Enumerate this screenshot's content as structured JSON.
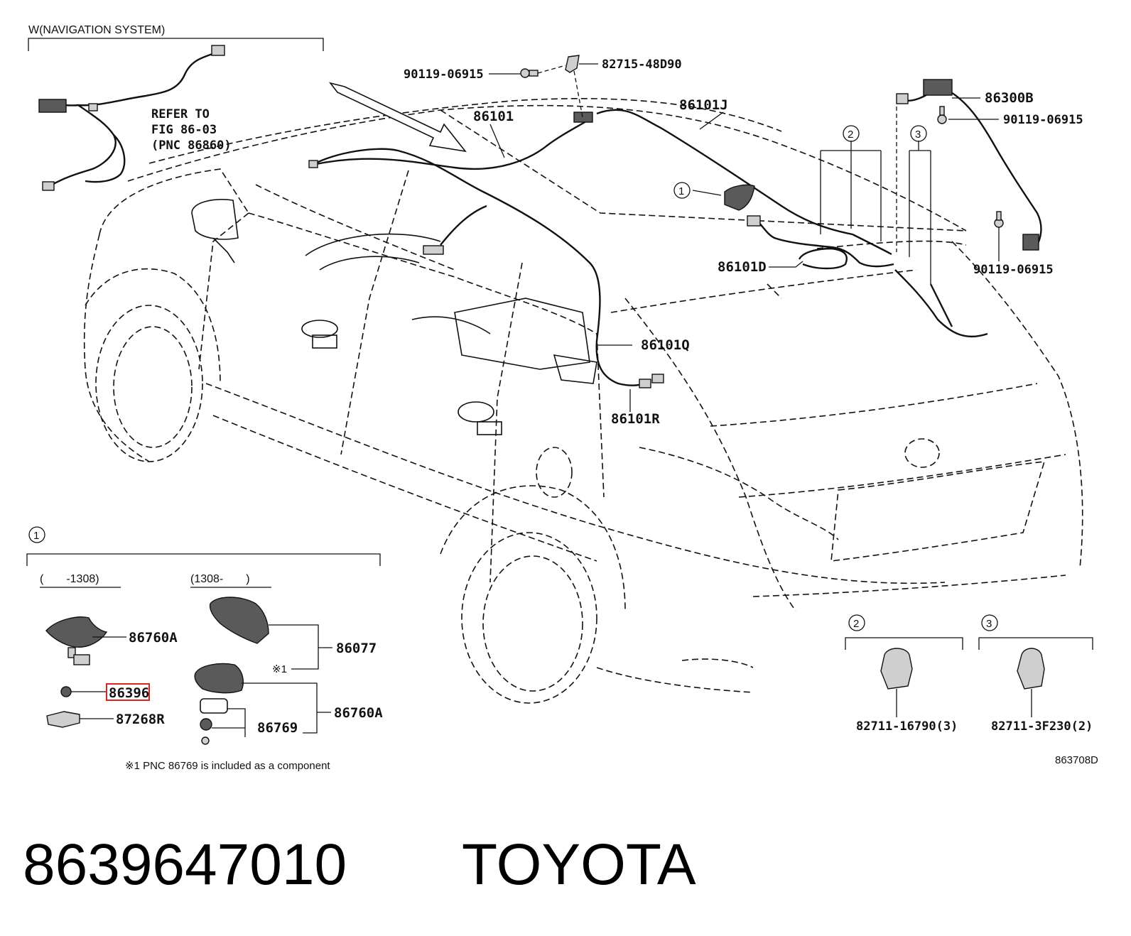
{
  "diagram": {
    "section_header": "W(NAVIGATION SYSTEM)",
    "refer_note": [
      "REFER TO",
      "FIG 86-03",
      "(PNC 86860)"
    ],
    "figure_code": "863708D",
    "footnote": "※1 PNC 86769 is included as a component",
    "callout_markers": [
      "1",
      "2",
      "3"
    ],
    "detail1": {
      "marker": "1",
      "left_range": "(　　-1308)",
      "right_range": "(1308-　　)",
      "note_mark": "※1"
    },
    "detail2": {
      "marker": "2",
      "part": "82711-16790(3)"
    },
    "detail3": {
      "marker": "3",
      "part": "82711-3F230(2)"
    },
    "parts": {
      "p90119_a": "90119-06915",
      "p82715": "82715-48D90",
      "p86101": "86101",
      "p86101J": "86101J",
      "p86300B": "86300B",
      "p90119_b": "90119-06915",
      "p90119_c": "90119-06915",
      "p86101D": "86101D",
      "p86101Q": "86101Q",
      "p86101R": "86101R",
      "p86760A_l": "86760A",
      "p86396": "86396",
      "p87268R": "87268R",
      "p86077": "86077",
      "p86760A_r": "86760A",
      "p86769": "86769"
    },
    "highlight_color": "#e0231c"
  },
  "caption": {
    "part_number": "8639647010",
    "brand": "TOYOTA"
  }
}
